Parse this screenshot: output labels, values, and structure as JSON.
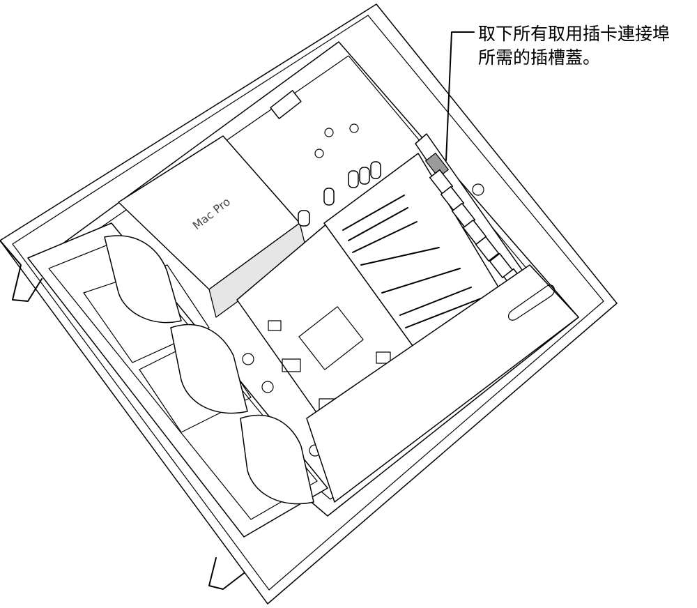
{
  "callout": {
    "line1": "取下所有取用插卡連接埠",
    "line2": "所需的插槽蓋。"
  },
  "device": {
    "brand_label": "Mac Pro"
  },
  "colors": {
    "line": "#000000",
    "highlight": "#9a9a9a",
    "background": "#ffffff"
  }
}
